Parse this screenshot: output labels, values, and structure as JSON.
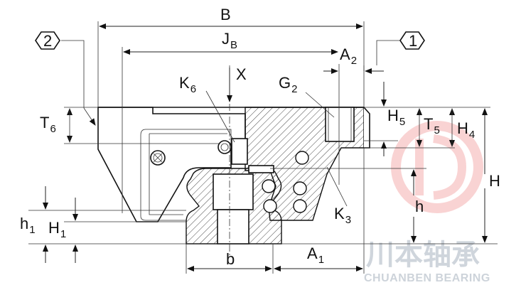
{
  "labels": {
    "B": "B",
    "JB_main": "J",
    "JB_sub": "B",
    "A2_main": "A",
    "A2_sub": "2",
    "X": "X",
    "K6_main": "K",
    "K6_sub": "6",
    "G2_main": "G",
    "G2_sub": "2",
    "T6_main": "T",
    "T6_sub": "6",
    "H5_main": "H",
    "H5_sub": "5",
    "T5_main": "T",
    "T5_sub": "5",
    "H4_main": "H",
    "H4_sub": "4",
    "H": "H",
    "h": "h",
    "h1_main": "h",
    "h1_sub": "1",
    "H1_main": "H",
    "H1_sub": "1",
    "K3_main": "K",
    "K3_sub": "3",
    "b": "b",
    "A1_main": "A",
    "A1_sub": "1",
    "callout_1": "1",
    "callout_2": "2"
  },
  "watermark": {
    "chinese": "川本轴承",
    "english": "CHUANBEN BEARING"
  },
  "colors": {
    "line": "#111111",
    "watermark_red": "#e23b3b",
    "watermark_grey": "#b9c2cc"
  }
}
